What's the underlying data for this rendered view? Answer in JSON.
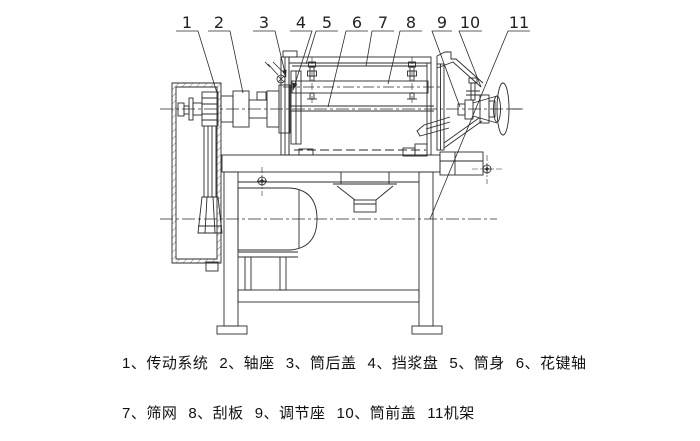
{
  "figure": {
    "kind": "engineering-section-drawing",
    "background": "#ffffff",
    "line_color": "#2b2b2b",
    "text_color": "#1a1a1a"
  },
  "callouts": [
    {
      "num": "1",
      "part": "传动系统"
    },
    {
      "num": "2",
      "part": "轴座"
    },
    {
      "num": "3",
      "part": "筒后盖"
    },
    {
      "num": "4",
      "part": "挡浆盘"
    },
    {
      "num": "5",
      "part": "筒身"
    },
    {
      "num": "6",
      "part": "花键轴"
    },
    {
      "num": "7",
      "part": "筛网"
    },
    {
      "num": "8",
      "part": "刮板"
    },
    {
      "num": "9",
      "part": "调节座"
    },
    {
      "num": "10",
      "part": "筒前盖"
    },
    {
      "num": "11",
      "part": "机架"
    }
  ],
  "legend": {
    "row1": [
      "1、传动系统",
      "2、轴座",
      "3、筒后盖",
      "4、挡浆盘",
      "5、筒身",
      "6、花键轴"
    ],
    "row2": [
      "7、筛网",
      "8、刮板",
      "9、调节座",
      "10、筒前盖",
      "11机架"
    ]
  }
}
